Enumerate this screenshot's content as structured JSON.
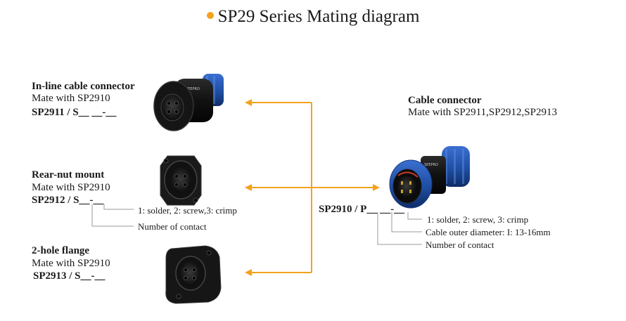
{
  "title": "SP29 Series Mating diagram",
  "colors": {
    "accent": "#f4a21d",
    "body": "#1a1a1a",
    "coupling_ring": "#1f4fa3",
    "leader_line": "#9a9a9a"
  },
  "inline_connector": {
    "heading": "In-line cable connector",
    "mate": "Mate with  SP2910",
    "part_number": "SP2911 / S__ __-__"
  },
  "rear_nut": {
    "heading": "Rear-nut mount",
    "mate": "Mate with  SP2910",
    "part_number": "SP2912 / S__-__",
    "note_termination": "1: solder, 2: screw,3: crimp",
    "note_contacts": "Number of contact"
  },
  "flange": {
    "heading": "2-hole flange",
    "mate": "Mate with  SP2910",
    "part_number": "SP2913 / S__-__"
  },
  "cable_connector": {
    "heading": "Cable connector",
    "mate": "Mate with  SP2911,SP2912,SP2913",
    "part_number": "SP2910 / P__ __-__",
    "note_termination": "1: solder, 2: screw, 3: crimp",
    "note_diameter": "Cable outer  diameter: I: 13-16mm",
    "note_contacts": "Number of contact"
  }
}
